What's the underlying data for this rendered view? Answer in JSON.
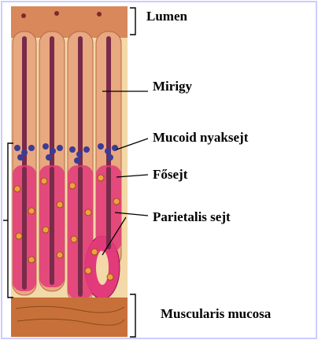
{
  "colors": {
    "background": "#ffffff",
    "frame": "#ccccff",
    "lumen": "#d8885a",
    "lamina_propria": "#f3d9a8",
    "gland_epithelium": "#e8a880",
    "gland_lumen": "#7a2a4a",
    "mucoid_cells": "#3c3c96",
    "chief_cells": "#e23a7a",
    "parietal_cells": "#f0a040",
    "muscularis": "#c8703a",
    "lines": "#000000"
  },
  "labels": {
    "lumen": "Lumen",
    "mirigy": "Mirigy",
    "mucoid": "Mucoid nyaksejt",
    "fosejt": "Fősejt",
    "parietalis": "Parietalis sejt",
    "muscularis": "Muscularis mucosa"
  }
}
